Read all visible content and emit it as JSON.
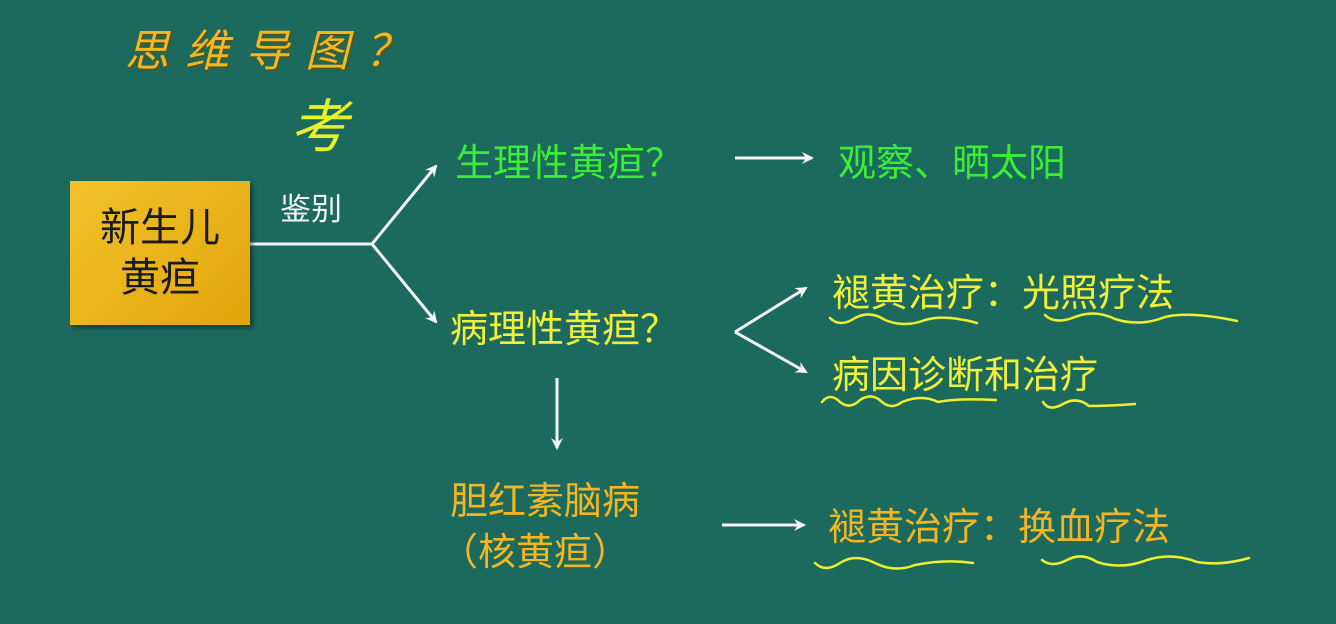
{
  "title": "思维导图？",
  "handwritten_note": "考",
  "branch_label": "鉴别",
  "root": {
    "line1": "新生儿",
    "line2": "黄疸"
  },
  "physiological": {
    "label": "生理性黄疸？",
    "action": "观察、晒太阳"
  },
  "pathological": {
    "label": "病理性黄疸？",
    "treatment": "褪黄治疗：光照疗法",
    "diagnosis": "病因诊断和治疗"
  },
  "kernicterus": {
    "line1": "胆红素脑病",
    "line2": "（核黄疸）",
    "treatment": "褪黄治疗：换血疗法"
  },
  "colors": {
    "background": "#1b6a5d",
    "green": "#3bee34",
    "yellow": "#f1ef3a",
    "orange": "#f3b522",
    "box": "#eab318"
  }
}
